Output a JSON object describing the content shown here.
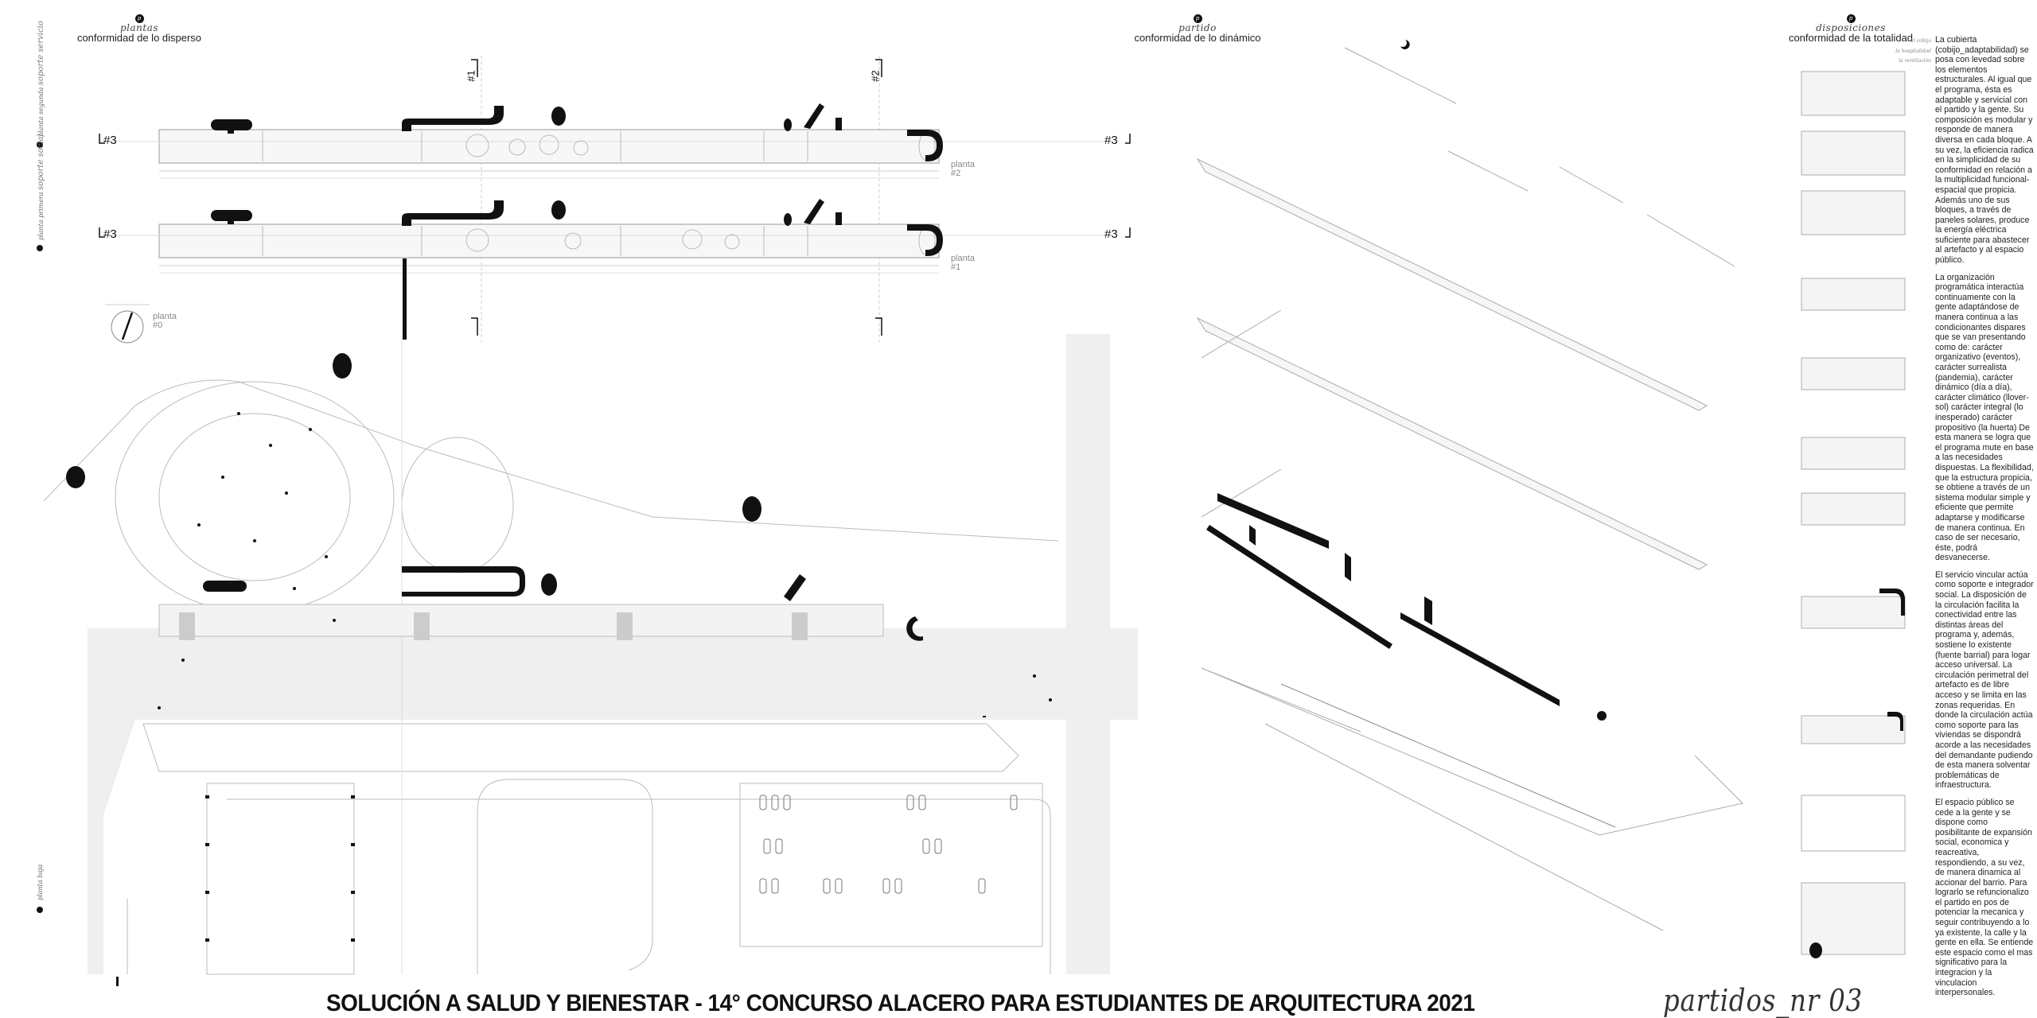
{
  "sections": [
    {
      "badge": "p",
      "script_title": "plantas",
      "subtitle": "conformidad de lo disperso"
    },
    {
      "badge": "p",
      "script_title": "partido",
      "subtitle": "conformidad de lo dinámico"
    },
    {
      "badge": "p",
      "script_title": "disposiciones",
      "subtitle": "conformidad de la totalidad"
    }
  ],
  "plans": {
    "floor_labels": [
      "planta segunda",
      "planta primera",
      "planta baja"
    ],
    "floor_sublabels": [
      "soporte servicio",
      "soporte social",
      ""
    ],
    "plan_labels": [
      {
        "word": "planta",
        "num": "#2"
      },
      {
        "word": "planta",
        "num": "#1"
      },
      {
        "word": "planta",
        "num": "#0"
      }
    ],
    "section_marks": [
      "#1",
      "#2",
      "#3"
    ]
  },
  "side_annotations": [
    "el cobijo",
    "la hospitalidad",
    "la ventilación"
  ],
  "paragraphs": [
    "La cubierta (cobijo_adaptabilidad) se posa con levedad sobre los elementos estructurales. Al igual que el programa, ésta es adaptable y servicial con el partido y la gente. Su composición es modular y responde de manera diversa en cada bloque. A su vez, la eficiencia radica en la simplicidad de su conformidad en relación a la multiplicidad funcional-espacial que propicia. Además uno de sus bloques, a través de paneles solares, produce la energía eléctrica suficiente para abastecer al artefacto y al espacio público.",
    "La organización programática interactúa continuamente con la gente adaptándose de manera continua a las condicionantes dispares que se van presentando como de: carácter organizativo (eventos), carácter surrealista (pandemia), carácter dinámico (día a día), carácter climático (llover-sol) carácter integral (lo inesperado) carácter propositivo (la huerta) De esta manera se logra que el programa mute en base a las necesidades dispuestas. La flexibilidad, que la estructura propicia, se obtiene a través de un sistema modular simple y eficiente que permite adaptarse y modificarse de manera continua. En caso de ser necesario, éste, podrá desvanecerse.",
    "El servicio vincular actúa como soporte e integrador social. La disposición de la circulación facilita la conectividad entre las distintas áreas del programa y, además, sostiene lo existente (fuente barrial) para logar acceso universal. La circulación perimetral del artefacto es de libre acceso y se limita en las zonas requeridas. En donde la circulación actúa como soporte para las viviendas se dispondrá acorde a las necesidades del demandante pudiendo de esta manera solventar problemáticas de infraestructura.",
    "El espacio público se cede a la gente y se dispone como posibilitante de expansión social, economica y reacreativa, respondiendo, a su vez, de manera dinamica al accionar del barrio. Para lograrlo se refuncionalizo el partido en pos de potenciar la mecanica y seguir contribuyendo a lo ya existente, la calle y la gente en ella. Se entiende este espacio como el mas significativo para la integracion y la vinculacion interpersonales."
  ],
  "footer": {
    "title": "SOLUCIÓN A SALUD Y BIENESTAR - 14° CONCURSO ALACERO PARA ESTUDIANTES DE ARQUITECTURA 2021",
    "sheet": "partidos_nr 03"
  },
  "colors": {
    "ink": "#111111",
    "line": "#bbbbbb",
    "pavement": "#eeeeee"
  }
}
